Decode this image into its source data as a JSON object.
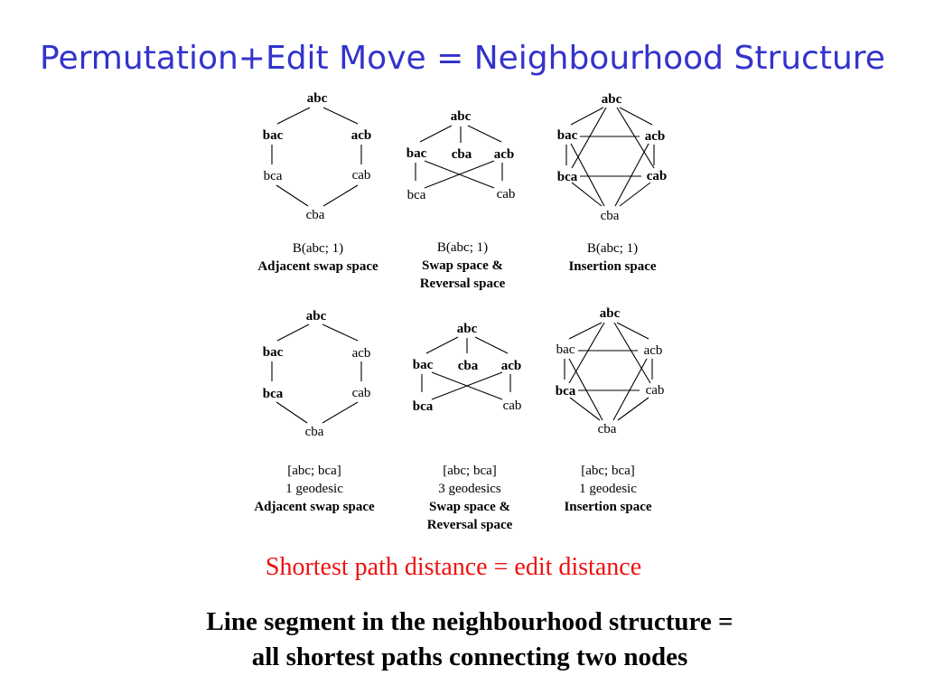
{
  "title": "Permutation+Edit Move = Neighbourhood Structure",
  "diagrams": [
    {
      "nodes": [
        {
          "label": "abc",
          "bold": true
        },
        {
          "label": "bac",
          "bold": true
        },
        {
          "label": "acb",
          "bold": true
        },
        {
          "label": "bca",
          "bold": false
        },
        {
          "label": "cab",
          "bold": false
        },
        {
          "label": "cba",
          "bold": false
        }
      ],
      "caption": [
        "B(abc; 1)",
        "Adjacent swap space"
      ]
    },
    {
      "nodes": [
        {
          "label": "abc",
          "bold": true
        },
        {
          "label": "bac",
          "bold": true
        },
        {
          "label": "cba",
          "bold": true
        },
        {
          "label": "acb",
          "bold": true
        },
        {
          "label": "bca",
          "bold": false
        },
        {
          "label": "cab",
          "bold": false
        }
      ],
      "caption": [
        "B(abc; 1)",
        "Swap space &",
        "Reversal space"
      ]
    },
    {
      "nodes": [
        {
          "label": "abc",
          "bold": true
        },
        {
          "label": "bac",
          "bold": true
        },
        {
          "label": "acb",
          "bold": true
        },
        {
          "label": "bca",
          "bold": true
        },
        {
          "label": "cab",
          "bold": true
        },
        {
          "label": "cba",
          "bold": false
        }
      ],
      "caption": [
        "B(abc; 1)",
        "Insertion space"
      ]
    },
    {
      "nodes": [
        {
          "label": "abc",
          "bold": true
        },
        {
          "label": "bac",
          "bold": true
        },
        {
          "label": "acb",
          "bold": false
        },
        {
          "label": "bca",
          "bold": true
        },
        {
          "label": "cab",
          "bold": false
        },
        {
          "label": "cba",
          "bold": false
        }
      ],
      "caption": [
        "[abc; bca]",
        "1 geodesic",
        "Adjacent swap space"
      ]
    },
    {
      "nodes": [
        {
          "label": "abc",
          "bold": true
        },
        {
          "label": "bac",
          "bold": true
        },
        {
          "label": "cba",
          "bold": true
        },
        {
          "label": "acb",
          "bold": true
        },
        {
          "label": "bca",
          "bold": true
        },
        {
          "label": "cab",
          "bold": false
        }
      ],
      "caption": [
        "[abc; bca]",
        "3 geodesics",
        "Swap space &",
        "Reversal space"
      ]
    },
    {
      "nodes": [
        {
          "label": "abc",
          "bold": true
        },
        {
          "label": "bac",
          "bold": false
        },
        {
          "label": "acb",
          "bold": false
        },
        {
          "label": "bca",
          "bold": true
        },
        {
          "label": "cab",
          "bold": false
        },
        {
          "label": "cba",
          "bold": false
        }
      ],
      "caption": [
        "[abc; bca]",
        "1 geodesic",
        "Insertion space"
      ]
    }
  ],
  "highlight": "Shortest path distance = edit distance",
  "conclusion": [
    "Line segment in the neighbourhood structure =",
    "all shortest paths connecting two nodes"
  ]
}
